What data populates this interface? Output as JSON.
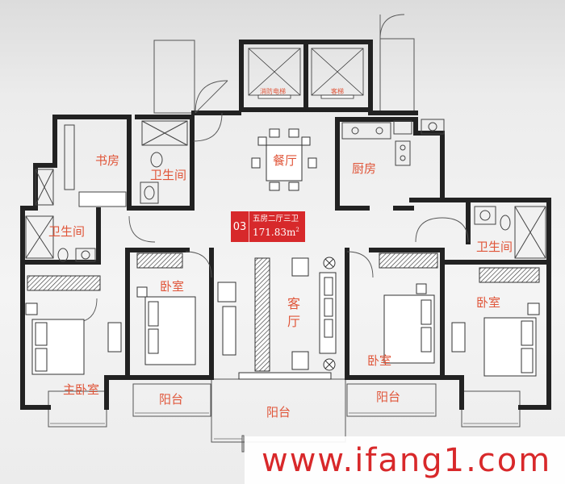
{
  "unit": {
    "code": "03",
    "layout": "五房二厅三卫",
    "area_number": "171.83",
    "area_unit": "m",
    "area_sup": "2"
  },
  "rooms": {
    "study": "书房",
    "bath_top": "卫生间",
    "bath_left": "卫生间",
    "bath_right": "卫生间",
    "dining": "餐厅",
    "kitchen": "厨房",
    "fire_elevator": "消防电梯",
    "elevator": "客梯",
    "bedroom_left": "卧室",
    "bedroom_mid": "卧室",
    "bedroom_right": "卧室",
    "living": "客厅",
    "master_bedroom": "主卧室",
    "balcony_left": "阳台",
    "balcony_mid": "阳台",
    "balcony_right": "阳台"
  },
  "watermark": "www.ifang1.com",
  "colors": {
    "wall": "#1f1f1f",
    "label": "#e0563a",
    "badge": "#d7292b",
    "watermark": "#d8282a"
  }
}
